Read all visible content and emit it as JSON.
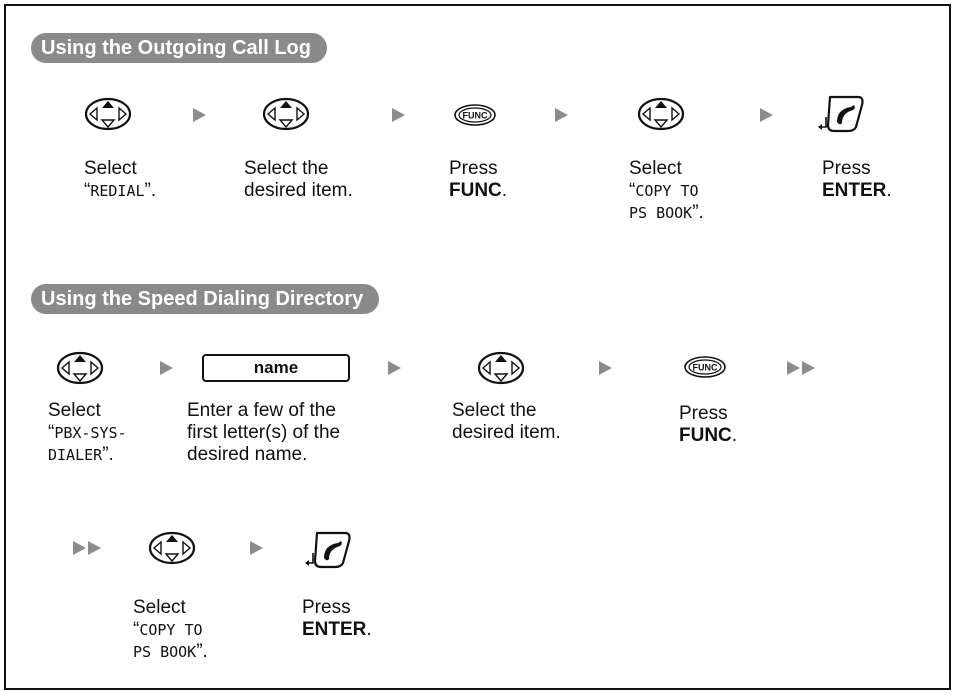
{
  "section1": {
    "title": "Using the Outgoing Call Log",
    "steps": [
      {
        "line1": "Select",
        "q1": "“",
        "mono": "REDIAL",
        "q2": "”."
      },
      {
        "line1": "Select the",
        "line2": "desired item."
      },
      {
        "line1": "Press",
        "bold": "FUNC",
        "end": "."
      },
      {
        "line1": "Select",
        "q1": "“",
        "mono1": "COPY TO",
        "mono2": "PS BOOK",
        "q2": "”."
      },
      {
        "line1": "Press",
        "bold": "ENTER",
        "end": "."
      }
    ]
  },
  "section2": {
    "title": "Using the Speed Dialing Directory",
    "namebox": "name",
    "steps": [
      {
        "line1": "Select",
        "q1": "“",
        "mono1": "PBX-SYS-",
        "mono2": "DIALER",
        "q2": "”."
      },
      {
        "line1": "Enter a few of the",
        "line2": "first letter(s) of the",
        "line3": "desired name."
      },
      {
        "line1": "Select the",
        "line2": "desired item."
      },
      {
        "line1": "Press",
        "bold": "FUNC",
        "end": "."
      },
      {
        "line1": "Select",
        "q1": "“",
        "mono1": "COPY TO",
        "mono2": "PS BOOK",
        "q2": "”."
      },
      {
        "line1": "Press",
        "bold": "ENTER",
        "end": "."
      }
    ]
  },
  "icons": {
    "navigator": "navigator-key-icon",
    "func": "func-button-icon",
    "func_label": "FUNC",
    "enter": "enter-key-icon",
    "arrow": "arrow-right-icon",
    "double_arrow": "double-arrow-right-icon"
  },
  "colors": {
    "pill": "#8a8a8a",
    "arrow": "#8c8c8c",
    "line": "#111111"
  }
}
